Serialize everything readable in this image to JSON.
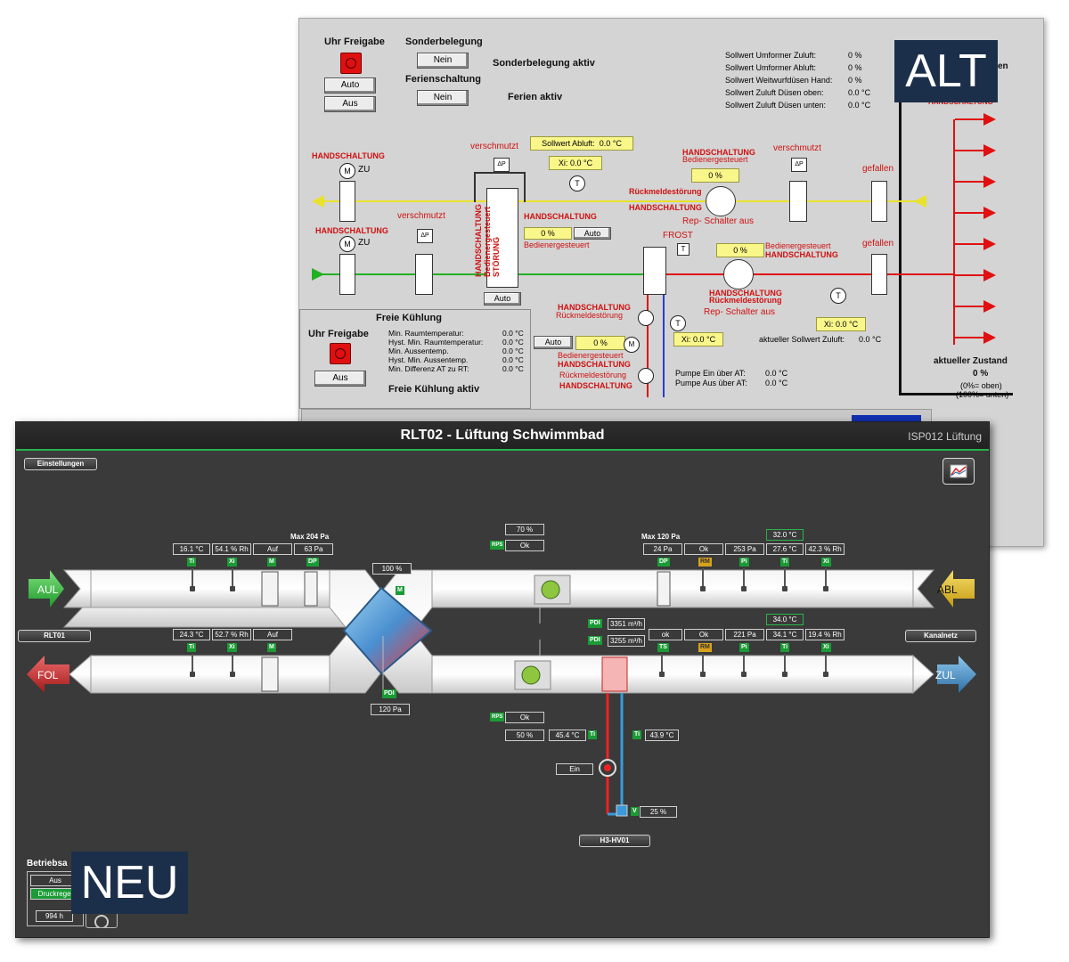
{
  "overlay_labels": {
    "old": "ALT",
    "new": "NEU"
  },
  "old_panel": {
    "uhr_freigabe_label": "Uhr Freigabe",
    "sonderbelegung_label": "Sonderbelegung",
    "ferienschaltung_label": "Ferienschaltung",
    "btn_nein_1": "Nein",
    "btn_nein_2": "Nein",
    "btn_auto": "Auto",
    "btn_aus": "Aus",
    "sonderbelegung_aktiv": "Sonderbelegung aktiv",
    "ferien_aktiv": "Ferien aktiv",
    "sollwerte": [
      {
        "label": "Sollwert Umformer Zuluft:",
        "value": "0 %"
      },
      {
        "label": "Sollwert Umformer Abluft:",
        "value": "0 %"
      },
      {
        "label": "Sollwert Weitwurfdüsen Hand:",
        "value": "0 %"
      },
      {
        "label": "Sollwert Zuluft Düsen oben:",
        "value": "0.0 °C"
      },
      {
        "label": "Sollwert Zuluft Düsen unten:",
        "value": "0.0 °C"
      }
    ],
    "handschaltung": "HANDSCHALTUNG",
    "zu": "ZU",
    "m": "M",
    "verschmutzt": "verschmutzt",
    "dp": "ΔP",
    "sollwert_abluft": "Sollwert Abluft:",
    "sollwert_abluft_value": "0.0 °C",
    "xi_label": "Xi:",
    "xi_value_1": "0.0 °C",
    "t": "T",
    "stoerung_vertical": "HANDSCHALTUNG Bedienergesteuert STÖRUNG",
    "auto_small": "Auto",
    "pct_0": "0 %",
    "bedienergesteuert": "Bedienergesteuert",
    "rueckmeldestoerung": "Rückmeldestörung",
    "rep_schalter_aus": "Rep- Schalter aus",
    "frost": "FROST",
    "gefallen": "gefallen",
    "freie_kuehlung": "Freie Kühlung",
    "freie_kuehlung_aktiv": "Freie Kühlung aktiv",
    "fk_params": [
      {
        "label": "Min. Raumtemperatur:",
        "value": "0.0 °C"
      },
      {
        "label": "Hyst. Min. Raumtemperatur:",
        "value": "0.0 °C"
      },
      {
        "label": "Min. Aussentemp.",
        "value": "0.0 °C"
      },
      {
        "label": "Hyst. Min. Aussentemp.",
        "value": "0.0 °C"
      },
      {
        "label": "Min. Differenz AT zu RT:",
        "value": "0.0 °C"
      }
    ],
    "pumpe_ein": "Pumpe Ein über AT:",
    "pumpe_ein_value": "0.0 °C",
    "pumpe_aus": "Pumpe Aus über AT:",
    "pumpe_aus_value": "0.0 °C",
    "xi_value_2": "0.0 °C",
    "xi_value_3": "0.0 °C",
    "aktueller_sollwert_zuluft": "aktueller Sollwert Zuluft:",
    "aktueller_sollwert_zuluft_value": "0.0 °C",
    "aktueller_zustand": "aktueller Zustand",
    "zustand_value": "0 %",
    "zustand_oben": "(0%= oben)",
    "zustand_unten": "(100%= unten)",
    "en_fragment": "en"
  },
  "new_panel": {
    "title": "RLT02 - Lüftung Schwimmbad",
    "subtitle": "ISP012 Lüftung",
    "einstellungen": "Einstellungen",
    "aul": "AUL",
    "abl": "ABL",
    "fol": "FOL",
    "zul": "ZUL",
    "rlt01": "RLT01",
    "kanalnetz": "Kanalnetz",
    "max_left": "Max 204 Pa",
    "max_right": "Max 120 Pa",
    "top_left_values": [
      "16.1 °C",
      "54.1 % Rh",
      "Auf",
      "63 Pa"
    ],
    "bottom_left_values": [
      "24.3 °C",
      "52.7 % Rh",
      "Auf"
    ],
    "top_right_values": [
      "24 Pa",
      "Ok",
      "253 Pa",
      "27.6 °C",
      "42.3 % Rh"
    ],
    "top_right_sp": "32.0 °C",
    "bottom_right_values": [
      "ok",
      "Ok",
      "221 Pa",
      "34.1 °C",
      "19.4 % Rh"
    ],
    "bottom_right_sp": "34.0 °C",
    "hrx_pct": "100 %",
    "pdi_bottom": "120 Pa",
    "fan_top_pct": "70 %",
    "fan_top_rps": "Ok",
    "fan_bottom_rps": "Ok",
    "fan_bottom_pct": "50 %",
    "pdi_top_flow": "3351 m³/h",
    "pdi_bottom_flow": "3255 m³/h",
    "heater_temp_in": "45.4 °C",
    "heater_temp_out": "43.9 °C",
    "pump_state": "Ein",
    "valve_pct": "25 %",
    "hv_label": "H3-HV01",
    "betrieb_label": "Betriebsa",
    "betrieb_aus": "Aus",
    "betrieb_druck": "Druckregel",
    "betrieb_hours": "994 h",
    "tags": {
      "ti": "Ti",
      "xi": "Xi",
      "m": "M",
      "dp": "DP",
      "rm": "RM",
      "pi": "Pi",
      "pdi": "PDI",
      "rps": "RPS",
      "ts": "TS",
      "v": "V"
    }
  }
}
